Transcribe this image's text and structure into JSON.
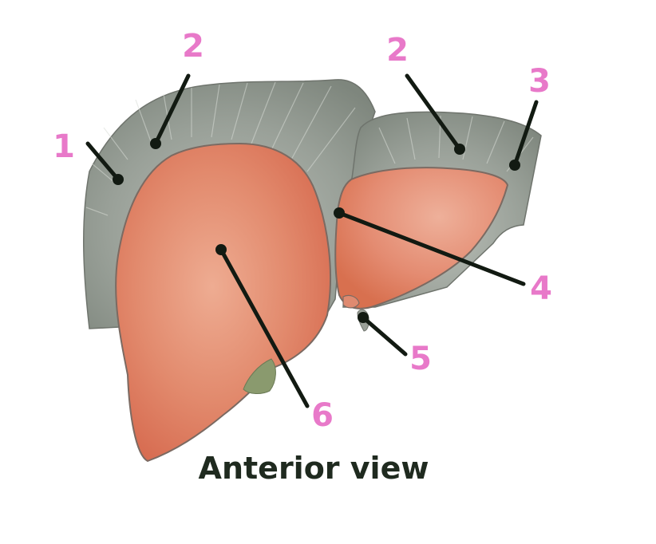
{
  "caption": "Anterior view",
  "colors": {
    "marker": "#e879c9",
    "caption": "#1f2a1f",
    "leader_line": "#121a12",
    "liver_fill": "#de7a5f",
    "liver_highlight": "#eeac92",
    "liver_outline": "#7b6a62",
    "diaphragm_fill": "#8f978e",
    "gallbladder": "#8a9a6e"
  },
  "labels": [
    {
      "id": "1",
      "text": "1"
    },
    {
      "id": "2a",
      "text": "2"
    },
    {
      "id": "2b",
      "text": "2"
    },
    {
      "id": "3",
      "text": "3"
    },
    {
      "id": "4",
      "text": "4"
    },
    {
      "id": "5",
      "text": "5"
    },
    {
      "id": "6",
      "text": "6"
    }
  ]
}
